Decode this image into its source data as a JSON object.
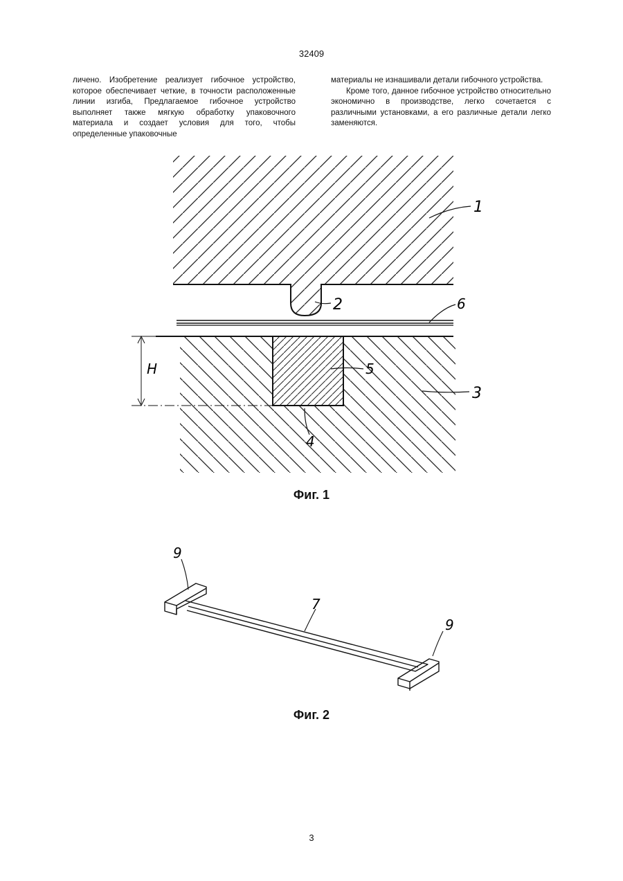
{
  "header": {
    "doc_number": "32409"
  },
  "text": {
    "left_column": "личено. Изобретение реализует гибочное устройство, которое обеспечивает четкие, в точности расположенные линии изгиба, Предлагаемое гибочное устройство выполняет также мягкую обработку упаковочного материала и создает условия для того, чтобы определенные упаковочные",
    "right_column_p1": "материалы не изнашивали детали гибочного устройства.",
    "right_column_p2": "Кроме того, данное гибочное устройство относительно экономично в производстве, легко сочетается с различными установками, а его различные детали легко заменяются."
  },
  "figure1": {
    "caption": "Фиг. 1",
    "labels": {
      "l1": "1",
      "l2": "2",
      "l3": "3",
      "l4": "4",
      "l5": "5",
      "l6": "6",
      "lH": "H"
    }
  },
  "figure2": {
    "caption": "Фиг. 2",
    "labels": {
      "l7": "7",
      "l9a": "9",
      "l9b": "9"
    }
  },
  "footer": {
    "page_number": "3"
  }
}
